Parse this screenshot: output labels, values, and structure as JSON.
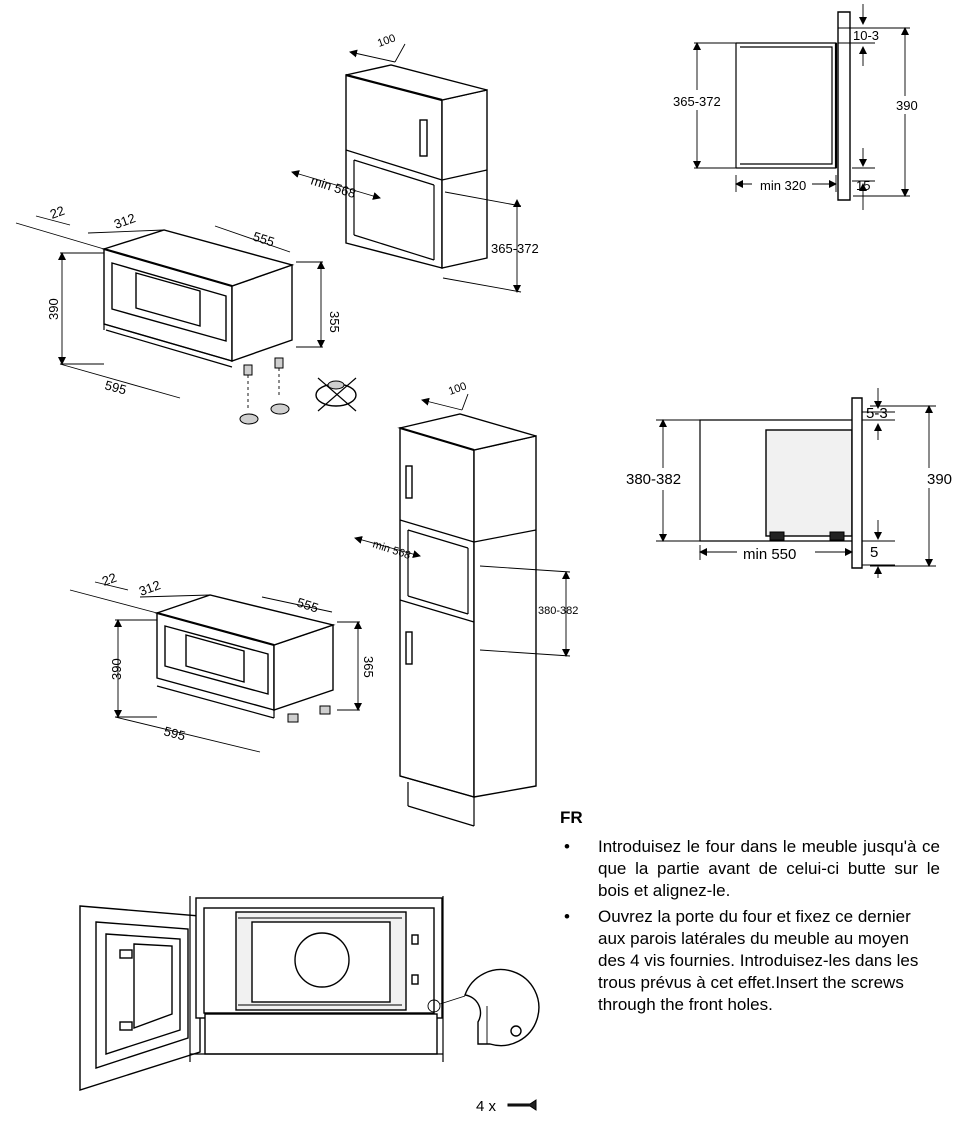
{
  "dims": {
    "top_cabinet": {
      "depth": "100",
      "min_width": "min 568",
      "height": "365-372"
    },
    "top_oven": {
      "depth": "22",
      "side": "312",
      "length": "555",
      "height_right": "355",
      "height_left": "390",
      "width": "595"
    },
    "mid_cabinet": {
      "depth": "100",
      "min_width": "min 568",
      "height": "380-382"
    },
    "mid_oven": {
      "depth": "22",
      "side": "312",
      "length": "555",
      "height_right": "365",
      "height_left": "390",
      "width": "595"
    },
    "sec_top": {
      "a": "10-3",
      "b": "365-372",
      "c": "390",
      "d": "min 320",
      "e": "15"
    },
    "sec_mid": {
      "a": "5-3",
      "b": "380-382",
      "c": "390",
      "d": "min 550",
      "e": "5"
    },
    "screws": "4 x"
  },
  "instructions": {
    "lang": "FR",
    "bullet": "•",
    "steps": [
      "Introduisez le four dans le meuble jusqu'à ce que la partie avant de celui-ci butte sur le bois et alignez-le.",
      "Ouvrez la porte du four et fixez ce dernier aux parois latérales du meuble au moyen des 4 vis fournies. Introduisez-les dans les trous prévus à cet effet.Insert the screws through the front holes."
    ]
  }
}
